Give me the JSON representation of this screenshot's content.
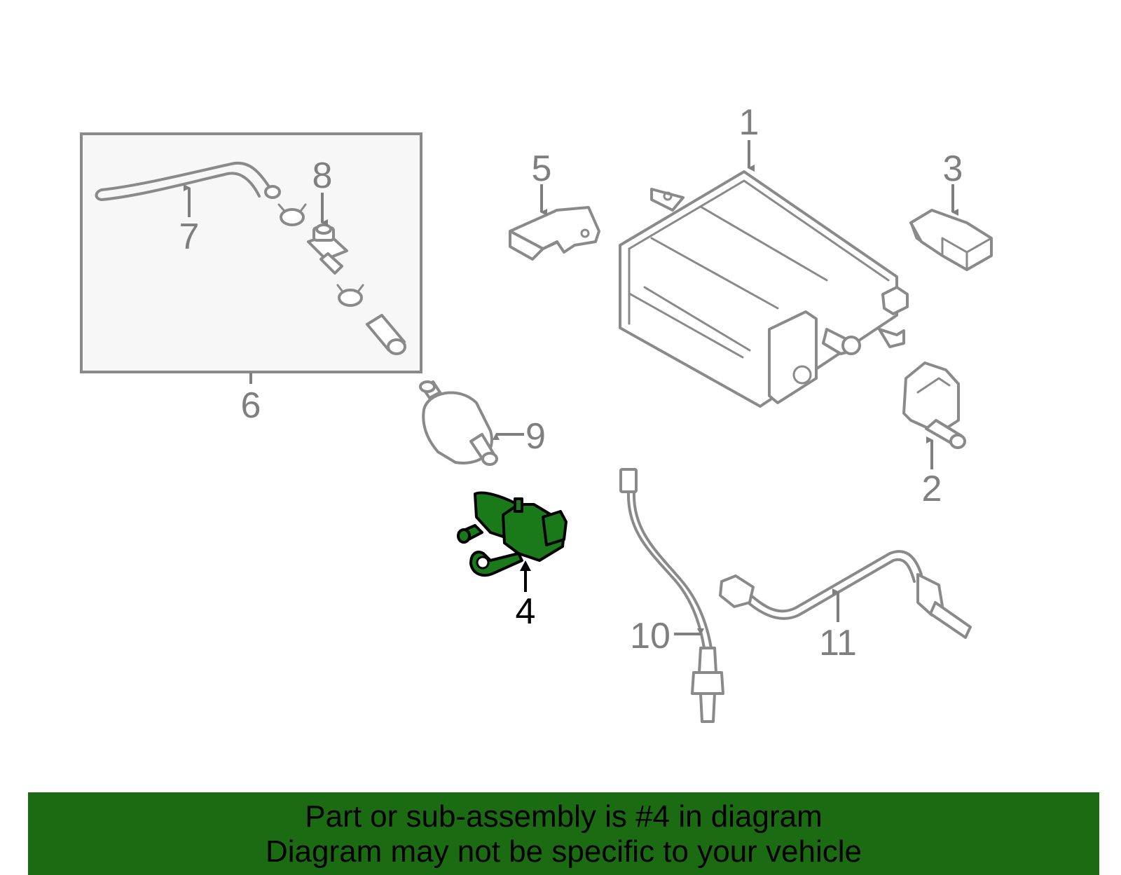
{
  "callouts": {
    "c1": "1",
    "c2": "2",
    "c3": "3",
    "c4": "4",
    "c5": "5",
    "c6": "6",
    "c7": "7",
    "c8": "8",
    "c9": "9",
    "c10": "10",
    "c11": "11"
  },
  "highlighted_part": "4",
  "colors": {
    "highlight": "#1a7a1a",
    "banner": "#1b6b12",
    "line": "#8a8a8a",
    "inset_bg": "#f7f7f7"
  },
  "banner": {
    "line1": "Part or sub-assembly is #4 in diagram",
    "line2": "Diagram may not be specific to your vehicle"
  }
}
